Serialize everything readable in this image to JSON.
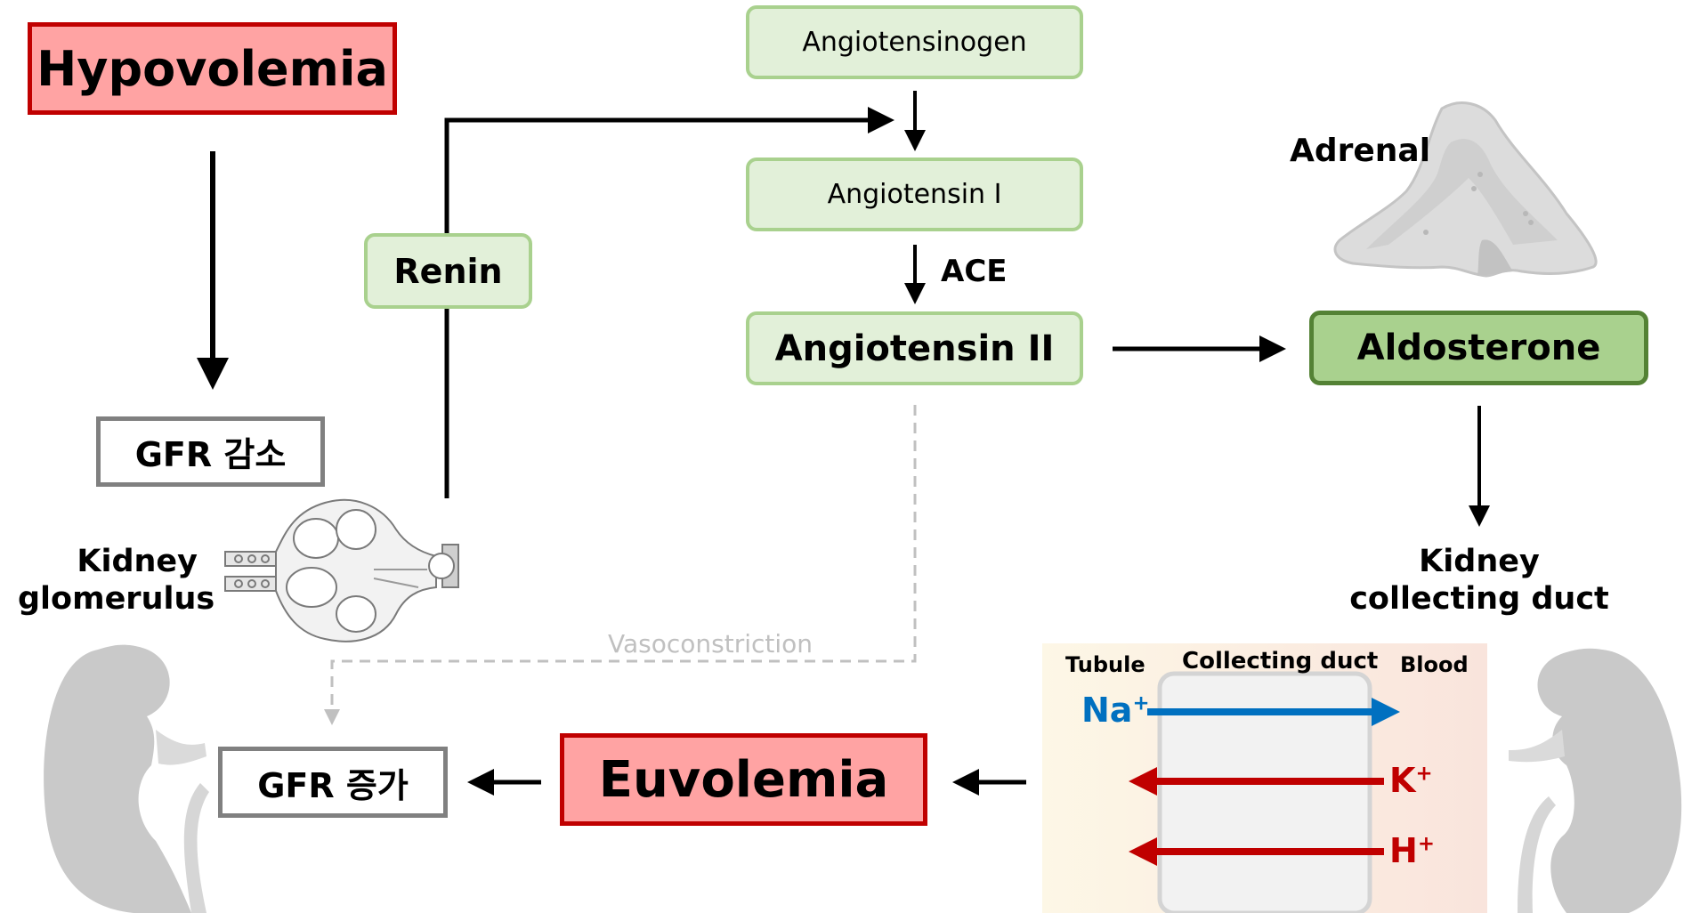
{
  "nodes": {
    "hypovolemia": "Hypovolemia",
    "angiotensinogen": "Angiotensinogen",
    "angiotensin_1": "Angiotensin I",
    "angiotensin_2": "Angiotensin II",
    "renin": "Renin",
    "aldosterone": "Aldosterone",
    "gfr_decrease": "GFR 감소",
    "gfr_increase": "GFR 증가",
    "euvolemia": "Euvolemia"
  },
  "labels": {
    "ace": "ACE",
    "adrenal": "Adrenal",
    "kidney_glomerulus_line1": "Kidney",
    "kidney_glomerulus_line2": "glomerulus",
    "kidney_duct_line1": "Kidney",
    "kidney_duct_line2": "collecting duct",
    "vasoconstriction": "Vasoconstriction"
  },
  "panel": {
    "tubule": "Tubule",
    "collecting_duct": "Collecting duct",
    "blood": "Blood",
    "ions": [
      {
        "symbol": "Na",
        "charge": "+",
        "direction": "tubule-to-blood",
        "color": "#0070c0"
      },
      {
        "symbol": "K",
        "charge": "+",
        "direction": "blood-to-tubule",
        "color": "#c00000"
      },
      {
        "symbol": "H",
        "charge": "+",
        "direction": "blood-to-tubule",
        "color": "#c00000"
      }
    ]
  },
  "colors": {
    "red_fill": "#ffa3a3",
    "red_border": "#c00000",
    "green_fill": "#e2f0d9",
    "green_border": "#a9d18e",
    "aldosterone_fill": "#a9d18e",
    "aldosterone_border": "#548235",
    "gray_border": "#808080",
    "na_blue": "#0070c0",
    "k_h_red": "#c00000"
  }
}
